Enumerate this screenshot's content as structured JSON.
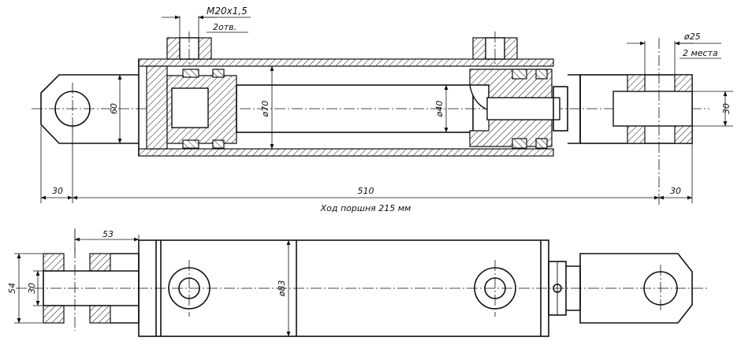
{
  "labels": {
    "thread_size": "M20x1,5",
    "thread_count": "2отв.",
    "pin_diameter": "ø25",
    "pin_count": "2 места",
    "dim_eye_left": "60",
    "dim_bore": "ø70",
    "dim_rod": "ø40",
    "dim_clevis_gap_top": "30",
    "dim_left_30": "30",
    "dim_total": "510",
    "dim_right_30": "30",
    "stroke_note": "Ход поршня 215 мм",
    "dim_clevis_depth": "53",
    "dim_clevis_height": "54",
    "dim_clevis_gap_bottom": "30",
    "dim_outer_diameter": "ø83"
  },
  "colors": {
    "line": "#111111",
    "background": "#ffffff"
  }
}
